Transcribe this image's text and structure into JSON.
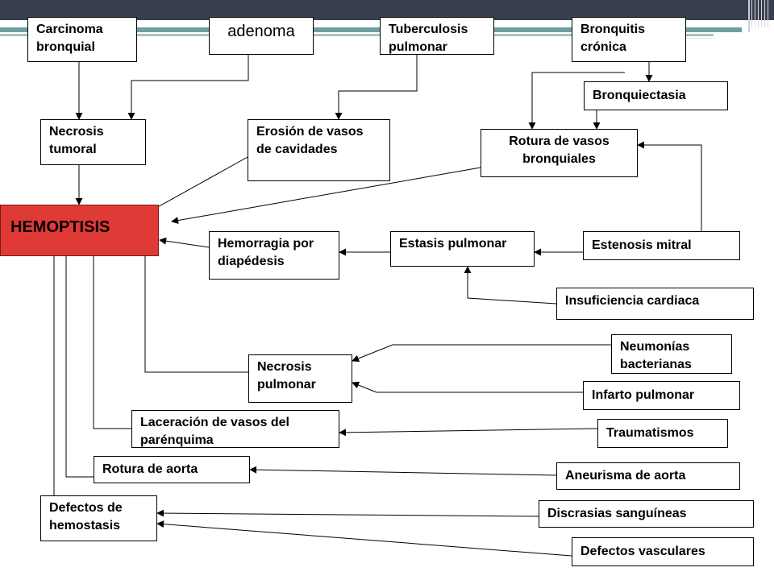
{
  "nodes": {
    "carcinoma": "Carcinoma\nbronquial",
    "adenoma": "adenoma",
    "tuberculosis": "Tuberculosis\npulmonar",
    "bronquitis": "Bronquitis\ncrónica",
    "bronquiectasia": "Bronquiectasia",
    "necrosis_tumoral": "Necrosis\ntumoral",
    "erosion_vasos": "Erosión de vasos\nde cavidades",
    "rotura_vasos_bronquiales": "Rotura de vasos\nbronquiales",
    "hemoptisis": "HEMOPTISIS",
    "hemorragia_diapedesis": "Hemorragia por\ndiapédesis",
    "estasis_pulmonar": "Estasis pulmonar",
    "estenosis_mitral": "Estenosis mitral",
    "insuficiencia_cardiaca": "Insuficiencia cardiaca",
    "neumonias": "Neumonías\nbacterianas",
    "necrosis_pulmonar": "Necrosis\npulmonar",
    "infarto_pulmonar": "Infarto pulmonar",
    "laceracion": "Laceración de vasos del\nparénquima",
    "traumatismos": "Traumatismos",
    "rotura_aorta": "Rotura de aorta",
    "aneurisma_aorta": "Aneurisma de aorta",
    "defectos_hemostasis": "Defectos de\nhemostasis",
    "discrasias": "Discrasias sanguíneas",
    "defectos_vasculares": "Defectos vasculares"
  },
  "edges": [
    {
      "from": "Carcinoma bronquial",
      "to": "Necrosis tumoral"
    },
    {
      "from": "adenoma",
      "to": "Necrosis tumoral"
    },
    {
      "from": "Tuberculosis pulmonar",
      "to": "Erosión de vasos de cavidades"
    },
    {
      "from": "Bronquitis crónica",
      "to": "Rotura de vasos bronquiales"
    },
    {
      "from": "Bronquitis crónica",
      "to": "Bronquiectasia"
    },
    {
      "from": "Bronquiectasia",
      "to": "Rotura de vasos bronquiales"
    },
    {
      "from": "Estenosis mitral",
      "to": "Rotura de vasos bronquiales"
    },
    {
      "from": "Necrosis tumoral",
      "to": "HEMOPTISIS"
    },
    {
      "from": "Erosión de vasos de cavidades",
      "to": "HEMOPTISIS"
    },
    {
      "from": "Rotura de vasos bronquiales",
      "to": "HEMOPTISIS"
    },
    {
      "from": "Hemorragia por diapédesis",
      "to": "HEMOPTISIS"
    },
    {
      "from": "Estasis pulmonar",
      "to": "Hemorragia por diapédesis"
    },
    {
      "from": "Estenosis mitral",
      "to": "Estasis pulmonar"
    },
    {
      "from": "Insuficiencia cardiaca",
      "to": "Estasis pulmonar"
    },
    {
      "from": "Neumonías bacterianas",
      "to": "Necrosis pulmonar"
    },
    {
      "from": "Infarto pulmonar",
      "to": "Necrosis pulmonar"
    },
    {
      "from": "Necrosis pulmonar",
      "to": "HEMOPTISIS"
    },
    {
      "from": "Traumatismos",
      "to": "Laceración de vasos del parénquima"
    },
    {
      "from": "Laceración de vasos del parénquima",
      "to": "HEMOPTISIS"
    },
    {
      "from": "Aneurisma de aorta",
      "to": "Rotura de aorta"
    },
    {
      "from": "Rotura de aorta",
      "to": "HEMOPTISIS"
    },
    {
      "from": "Discrasias sanguíneas",
      "to": "Defectos de hemostasis"
    },
    {
      "from": "Defectos vasculares",
      "to": "Defectos de hemostasis"
    },
    {
      "from": "Defectos de hemostasis",
      "to": "HEMOPTISIS"
    }
  ],
  "colors": {
    "hemoptisis_fill": "#e03a37",
    "header_bar": "#3a3f4f",
    "header_stripe": "#6f9fa3"
  }
}
